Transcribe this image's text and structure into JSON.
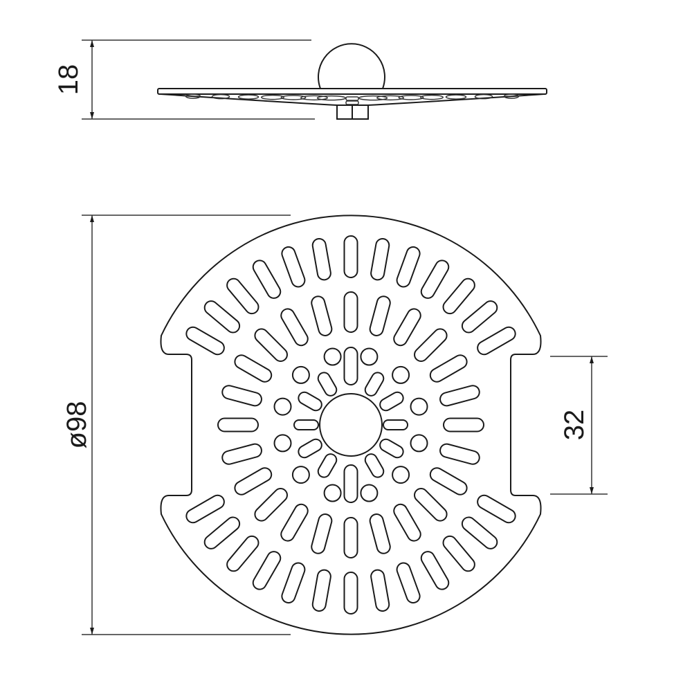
{
  "dimensions": {
    "height_label": "18",
    "diameter_label": "ø98",
    "flat_width_label": "32"
  },
  "colors": {
    "line": "#1a1a1a",
    "background": "#ffffff"
  }
}
